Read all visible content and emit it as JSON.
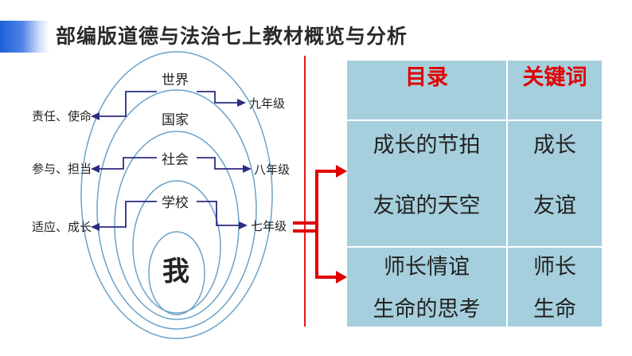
{
  "header": {
    "title": "部编版道德与法治七上教材概览与分析"
  },
  "diagram": {
    "rings": [
      "世界",
      "国家",
      "社会",
      "学校"
    ],
    "center": "我",
    "left_labels": [
      "责任、使命",
      "参与、担当",
      "适应、成长"
    ],
    "right_labels": [
      "九年级",
      "八年级",
      "七年级"
    ]
  },
  "table": {
    "headers": [
      "目录",
      "关键词"
    ],
    "rows": [
      {
        "contents": [
          "成长的节拍",
          "友谊的天空"
        ],
        "keywords": [
          "成长",
          "友谊"
        ]
      },
      {
        "contents": [
          "师长情谊",
          "生命的思考"
        ],
        "keywords": [
          "师长",
          "生命"
        ]
      }
    ]
  },
  "colors": {
    "accent_blue": "#1f5fd6",
    "red": "#e00000",
    "table_bg": "#a6cfdd",
    "arrow_navy": "#2b2d80"
  }
}
